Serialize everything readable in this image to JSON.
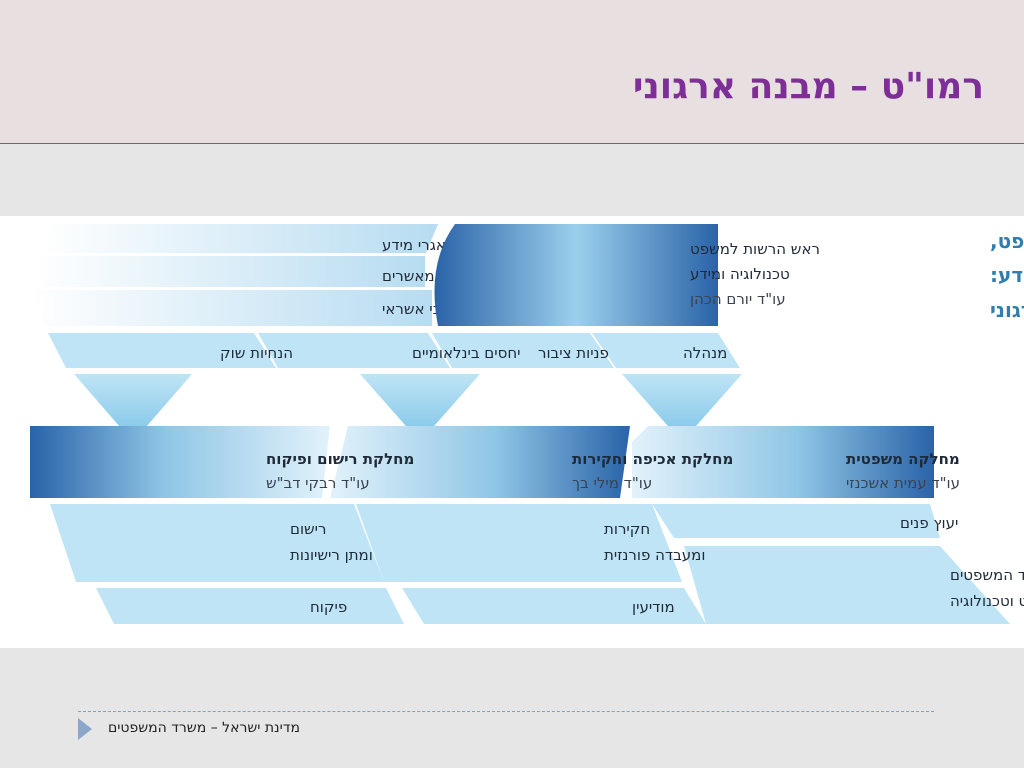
{
  "title": "רמו\"ט – מבנה ארגוני",
  "footer": "מדינת ישראל – משרד  המשפטים",
  "colors": {
    "title": "#7e2f97",
    "side_title": "#2e7fb0",
    "dark_block": "#2a63a8",
    "light_block": "#bfe4f5"
  },
  "diagram": {
    "side_title": [
      "הרשות למשפט,",
      "טכנולוגיה ומידע:",
      "תרשים ארגוני"
    ],
    "head": {
      "lines": [
        "ראש הרשות למשפט",
        "טכנולוגיה ומידע"
      ],
      "person": "עו\"ד יורם הכהן"
    },
    "registries": [
      "רשם מאגרי מידע",
      "רשם גורמים מאשרים",
      "רשם שירותי נתוני אשראי"
    ],
    "units": [
      "מנהלה",
      "פניות  ציבור",
      "יחסים בינלאומיים",
      "הנחיות שוק"
    ],
    "departments": [
      {
        "name": "מחלקה משפטית",
        "person": "עו\"ד עמית אשכנזי",
        "subs": [
          [
            "יעוץ פנים"
          ],
          [
            "מוקד ידע של משרד המשפטים",
            "במשפט וטכנולוגיה"
          ]
        ]
      },
      {
        "name": "מחלקת אכיפה וחקירות",
        "person": "עו\"ד מילי בך",
        "subs": [
          [
            "חקירות",
            "ומעבדה  פורנזית"
          ],
          [
            "מודיעין"
          ]
        ]
      },
      {
        "name": "מחלקת רישום ופיקוח",
        "person": "עו\"ד רבקי דב\"ש",
        "subs": [
          [
            "רישום",
            "ומתן רישיונות"
          ],
          [
            "פיקוח"
          ]
        ]
      }
    ]
  }
}
